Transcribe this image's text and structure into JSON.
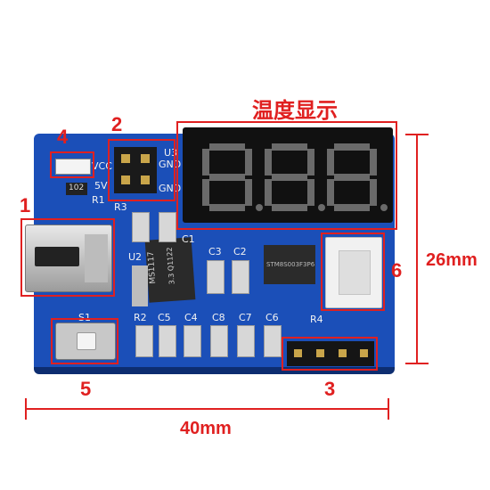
{
  "title": "温度显示",
  "callouts": [
    "1",
    "2",
    "3",
    "4",
    "5",
    "6"
  ],
  "dimensions": {
    "height": "26mm",
    "width": "40mm"
  },
  "board_labels": {
    "vcc": "VCC",
    "gnd1": "GND",
    "gnd2": "GND",
    "v5": "5V",
    "u3": "U3",
    "r1": "R1",
    "r3": "R3",
    "u2": "U2",
    "c1": "C1",
    "c2": "C2",
    "c3": "C3",
    "s1": "S1",
    "r2": "R2",
    "c5": "C5",
    "c4": "C4",
    "c8": "C8",
    "c7": "C7",
    "c6": "C6",
    "r4": "R4",
    "ic": "MS1117",
    "ic_sub": "3.3 Q1122",
    "mcu": "STM8S003F3P6",
    "led_code": "102"
  },
  "display": {
    "digits": [
      "8.",
      "8.",
      "8."
    ]
  },
  "colors": {
    "board": "#1b4fb8",
    "accent_red": "#e02020",
    "display": "#111111"
  }
}
